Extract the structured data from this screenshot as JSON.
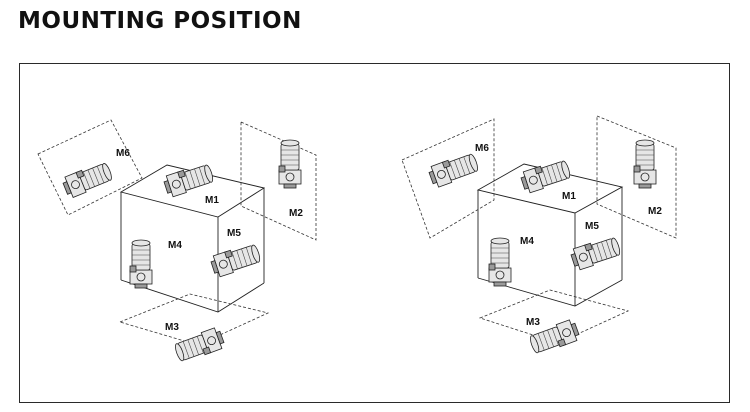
{
  "heading": "MOUNTING POSITION",
  "diagrams": [
    {
      "labels": {
        "m1": "M1",
        "m2": "M2",
        "m3": "M3",
        "m4": "M4",
        "m5": "M5",
        "m6": "M6"
      }
    },
    {
      "labels": {
        "m1": "M1",
        "m2": "M2",
        "m3": "M3",
        "m4": "M4",
        "m5": "M5",
        "m6": "M6"
      }
    }
  ]
}
